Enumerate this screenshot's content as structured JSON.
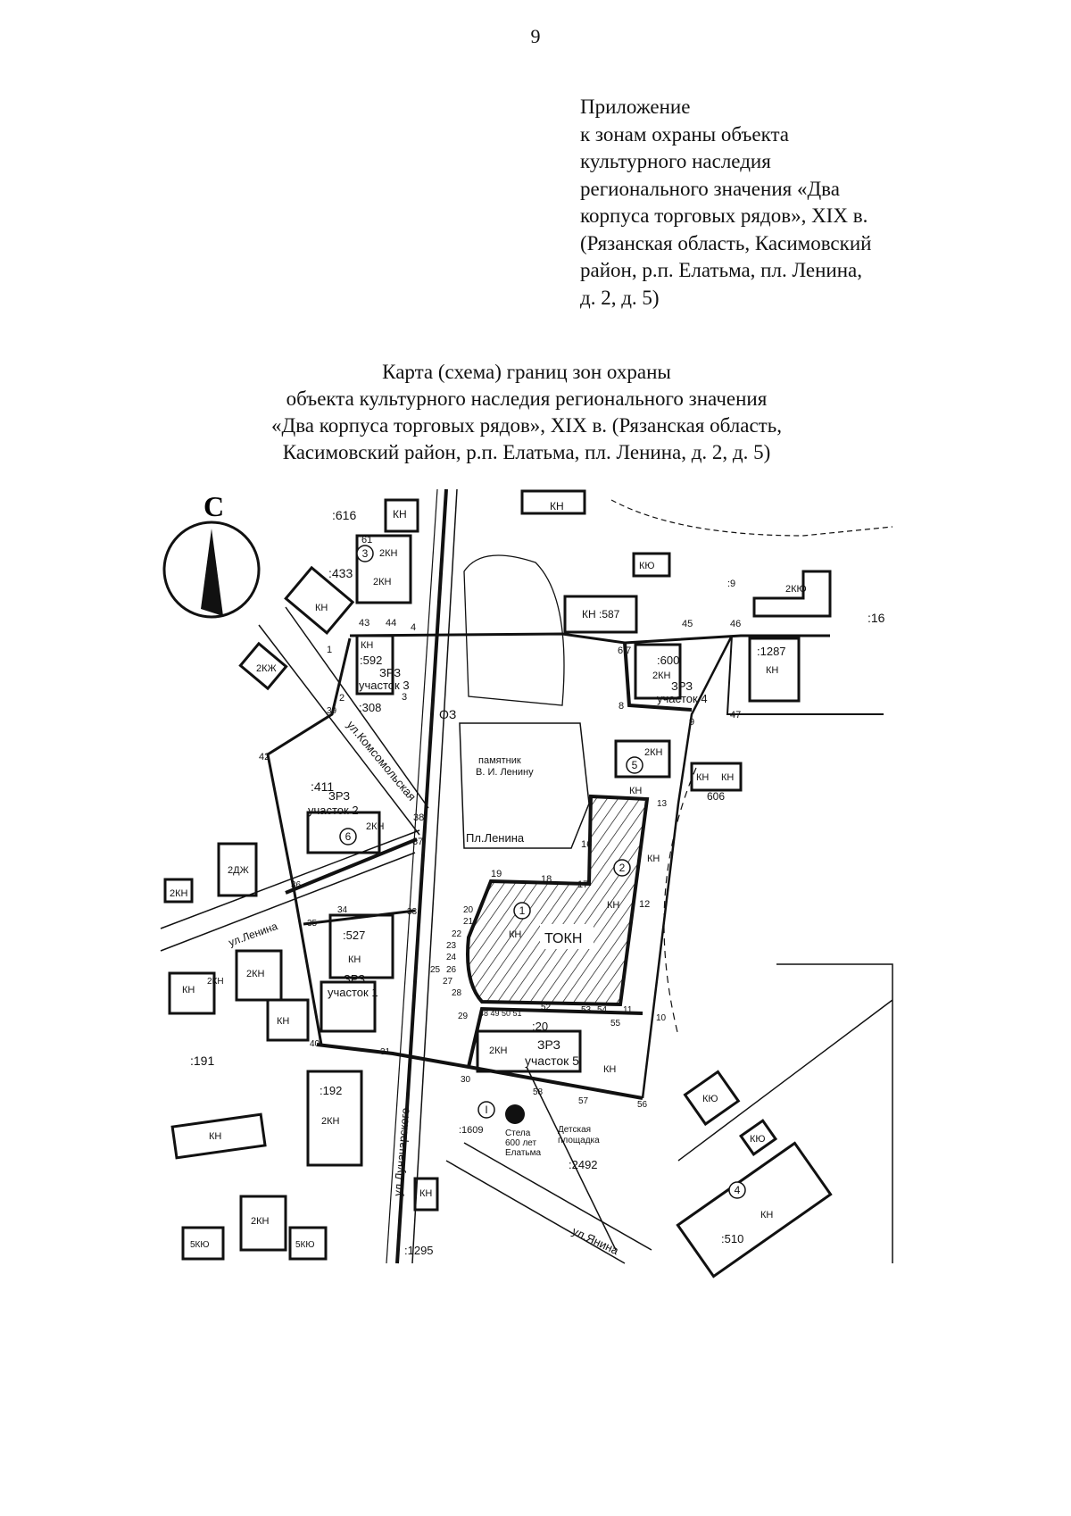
{
  "page_number": "9",
  "appendix": {
    "lines": [
      "Приложение",
      "к зонам охраны объекта",
      "культурного наследия",
      "регионального значения «Два",
      "корпуса торговых рядов», XIX в.",
      "(Рязанская область, Касимовский",
      "район, р.п. Елатьма, пл. Ленина,",
      "д. 2, д. 5)"
    ]
  },
  "map_title": {
    "lines": [
      "Карта (схема) границ зон охраны",
      "объекта культурного наследия регионального значения",
      "«Два корпуса торговых рядов», XIX в. (Рязанская область,",
      "Касимовский район, р.п. Елатьма, пл. Ленина, д. 2, д. 5)"
    ]
  },
  "map": {
    "north_label": "С",
    "north_arrow_icon": "north-arrow",
    "labels": [
      ":616",
      "КН",
      "КН",
      "2КН",
      "2КН",
      ":433",
      "КН",
      "КЮ",
      ":9",
      "2КЮ",
      "КН :587",
      "45",
      "46",
      ":16",
      ":1287",
      "КН",
      "6 7",
      ":600",
      "2КН",
      "ЗРЗ",
      "участок 4",
      "47",
      "8",
      "9",
      "2КЖ",
      "1",
      "КН",
      ":592",
      "ЗРЗ",
      "участок 3",
      "3",
      ":308",
      "ОЗ",
      "39",
      "42",
      ":411",
      "ЗРЗ",
      "участок 2",
      "2КН",
      "38",
      "37",
      "памятник",
      "В. И. Ленину",
      "Пл.Ленина",
      "16",
      "2КН",
      "КН",
      "КН",
      "КН",
      "606",
      "13",
      "КН",
      "12",
      "19",
      "18",
      "17",
      "КН",
      "ТОКН",
      "КН",
      "20",
      "21",
      "22",
      "23",
      "24",
      "25",
      "26",
      "27",
      "28",
      "2ДЖ",
      "2КН",
      "36",
      "34",
      "33",
      "35",
      "ул.Ленина",
      ":527",
      "КН",
      "2КН",
      "КН",
      "2КН",
      "ЗРЗ",
      "участок 1",
      "КН",
      "40",
      "31",
      ":191",
      "29",
      "48 49 50 51",
      "52",
      "53",
      "54",
      "55",
      "11",
      "10",
      ":20",
      "2КН",
      "ЗРЗ",
      "участок 5",
      "КН",
      "30",
      "58",
      "57",
      "56",
      ":192",
      "2КН",
      "КН",
      ":1609",
      "Стела",
      "600 лет",
      "Елатьма",
      "Детская",
      "площадка",
      ":2492",
      "ул.Луначарского",
      "КЮ",
      "КЮ",
      "КН",
      ":510",
      "2КН",
      "5КЮ",
      "5КЮ",
      ":1295",
      "ул.Янина",
      "КН",
      "43",
      "44",
      "4",
      "2",
      "ул.Комсомольская",
      "61"
    ],
    "circled_numbers": [
      "1",
      "2",
      "3",
      "4",
      "5",
      "6",
      "I"
    ]
  }
}
